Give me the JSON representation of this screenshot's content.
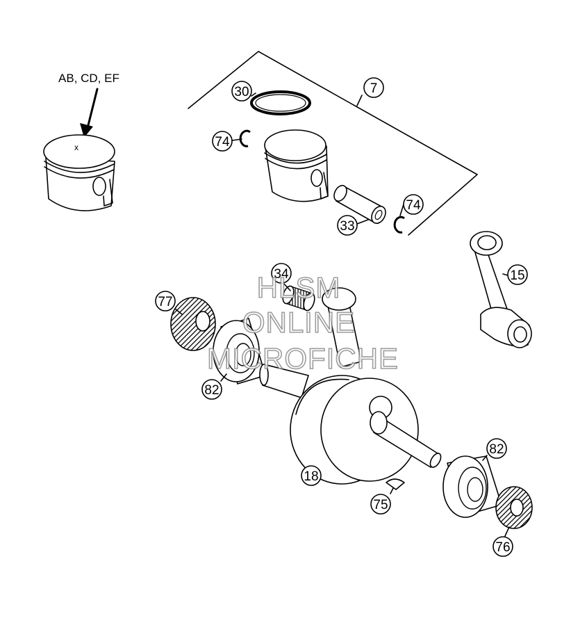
{
  "marking_note": "AB, CD, EF",
  "part_labels": [
    {
      "id": "p30",
      "number": "30"
    },
    {
      "id": "p7",
      "number": "7"
    },
    {
      "id": "p74a",
      "number": "74"
    },
    {
      "id": "p74b",
      "number": "74"
    },
    {
      "id": "p33",
      "number": "33"
    },
    {
      "id": "p15",
      "number": "15"
    },
    {
      "id": "p34",
      "number": "34"
    },
    {
      "id": "p77",
      "number": "77"
    },
    {
      "id": "p82a",
      "number": "82"
    },
    {
      "id": "p82b",
      "number": "82"
    },
    {
      "id": "p18",
      "number": "18"
    },
    {
      "id": "p75",
      "number": "75"
    },
    {
      "id": "p76",
      "number": "76"
    }
  ],
  "watermark": {
    "line1": "HLSM",
    "line2": "ONLINE",
    "line3": "MICROFICHE"
  }
}
